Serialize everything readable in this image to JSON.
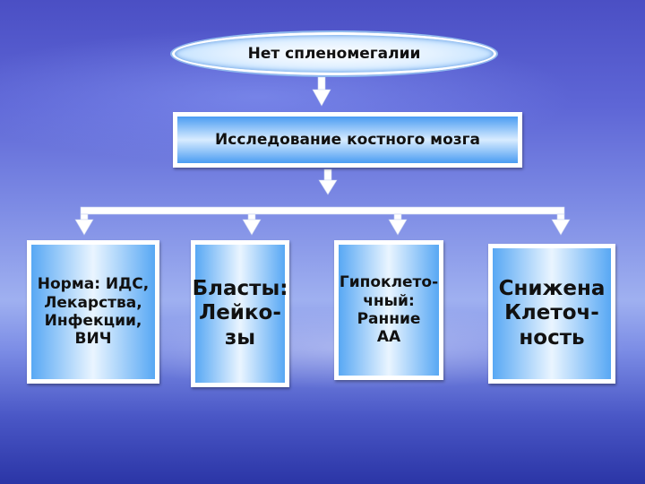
{
  "top": {
    "label": "Нет спленомегалии"
  },
  "middle": {
    "label": "Исследование костного мозга"
  },
  "children": [
    {
      "label": "Норма: ИДС,\nЛекарства,\nИнфекции,\nВИЧ"
    },
    {
      "label": "Бласты:\nЛейко-\nзы"
    },
    {
      "label": "Гипоклето-\nчный:\nРанние\nАА"
    },
    {
      "label": "Снижена\nКлеточ-\nность"
    }
  ],
  "colors": {
    "connector": "#ffffff",
    "box_border": "#ffffff",
    "box_fill": "#58a8f4",
    "text": "#111111"
  }
}
